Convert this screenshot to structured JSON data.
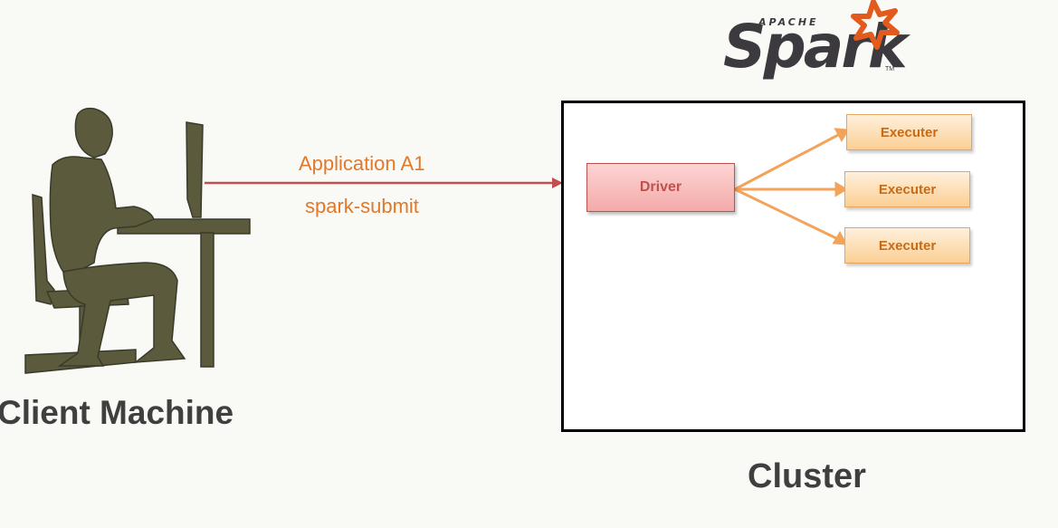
{
  "logo": {
    "apache": "APACHE",
    "spark": "Spark",
    "trademark": "TM",
    "star_color": "#e25a1c",
    "text_color": "#3c3a3e"
  },
  "client": {
    "label": "Client Machine",
    "figure_color": "#5c5a3c"
  },
  "submission": {
    "application": "Application A1",
    "command": "spark-submit",
    "arrow_color": "#c0504d",
    "label_color": "#e1782a"
  },
  "cluster": {
    "label": "Cluster",
    "driver": "Driver",
    "executers": [
      "Executer",
      "Executer",
      "Executer"
    ],
    "connector_color": "#f4a35a"
  }
}
